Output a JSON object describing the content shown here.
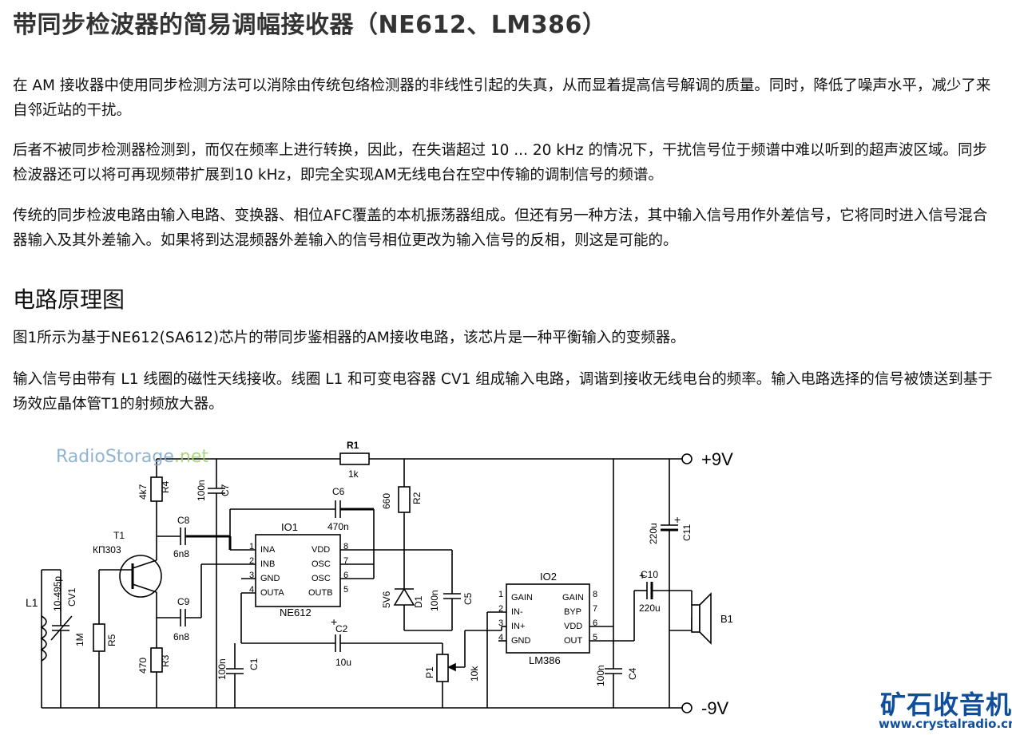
{
  "article": {
    "title": "带同步检波器的简易调幅接收器（NE612、LM386）",
    "paragraphs": [
      "在 AM 接收器中使用同步检测方法可以消除由传统包络检测器的非线性引起的失真，从而显着提高信号解调的质量。同时，降低了噪声水平，减少了来自邻近站的干扰。",
      "后者不被同步检测器检测到，而仅在频率上进行转换，因此，在失谐超过 10 ... 20 kHz 的情况下，干扰信号位于频谱中难以听到的超声波区域。同步检波器还可以将可再现频带扩展到10 kHz，即完全实现AM无线电台在空中传输的调制信号的频谱。",
      "传统的同步检波电路由输入电路、变换器、相位AFC覆盖的本机振荡器组成。但还有另一种方法，其中输入信号用作外差信号，它将同时进入信号混合器输入及其外差输入。如果将到达混频器外差输入的信号相位更改为输入信号的反相，则这是可能的。"
    ],
    "section_heading": "电路原理图",
    "section_paragraphs": [
      "图1所示为基于NE612(SA612)芯片的带同步鉴相器的AM接收电路，该芯片是一种平衡输入的变频器。",
      "输入信号由带有 L1 线圈的磁性天线接收。线圈 L1 和可变电容器 CV1 组成输入电路，调谐到接收无线电台的频率。输入电路选择的信号被馈送到基于场效应晶体管T1的射频放大器。"
    ]
  },
  "watermark": {
    "text_main": "RadioStorage",
    "text_tld": ".net"
  },
  "brand": {
    "name_cn": "矿石收音机",
    "url": "www.crystalradio.cn"
  },
  "schematic": {
    "supply_pos": "+9V",
    "supply_neg": "-9V",
    "ic1": {
      "name": "IO1",
      "part": "NE612",
      "left_pins": [
        {
          "num": "1",
          "label": "INA"
        },
        {
          "num": "2",
          "label": "INB"
        },
        {
          "num": "3",
          "label": "GND"
        },
        {
          "num": "4",
          "label": "OUTA"
        }
      ],
      "right_pins": [
        {
          "num": "8",
          "label": "VDD"
        },
        {
          "num": "7",
          "label": "OSC"
        },
        {
          "num": "6",
          "label": "OSC"
        },
        {
          "num": "5",
          "label": "OUTB"
        }
      ]
    },
    "ic2": {
      "name": "IO2",
      "part": "LM386",
      "left_pins": [
        {
          "num": "1",
          "label": "GAIN"
        },
        {
          "num": "2",
          "label": "IN-"
        },
        {
          "num": "3",
          "label": "IN+"
        },
        {
          "num": "4",
          "label": "GND"
        }
      ],
      "right_pins": [
        {
          "num": "8",
          "label": "GAIN"
        },
        {
          "num": "7",
          "label": "BYP"
        },
        {
          "num": "6",
          "label": "VDD"
        },
        {
          "num": "5",
          "label": "OUT"
        }
      ]
    },
    "labels": {
      "r1_name": "R1",
      "r1_val": "1k",
      "r2_name": "R2",
      "r2_val": "660",
      "r3_name": "R3",
      "r3_val": "470",
      "r4_name": "R4",
      "r4_val": "4k7",
      "r5_name": "R5",
      "r5_val": "1M",
      "c1_name": "C1",
      "c1_val": "100n",
      "c2_name": "C2",
      "c2_val": "10u",
      "c3_name": "C5",
      "c3_val": "100n",
      "c4_name": "C4",
      "c4_val": "100n",
      "c6_name": "C6",
      "c6_val": "470n",
      "c7_name": "C7",
      "c7_val": "100n",
      "c8_name": "C8",
      "c8_val": "6n8",
      "c9_name": "C9",
      "c9_val": "6n8",
      "c10_name": "C10",
      "c10_val": "220u",
      "c11_name": "C11",
      "c11_val": "220u",
      "cv1_name": "CV1",
      "cv1_val": "10-495p",
      "d1_name": "D1",
      "d1_val": "5V6",
      "l1_name": "L1",
      "t1_name": "T1",
      "t1_val": "КП303",
      "p1_name": "P1",
      "p1_val": "10k",
      "b1_name": "B1"
    }
  }
}
